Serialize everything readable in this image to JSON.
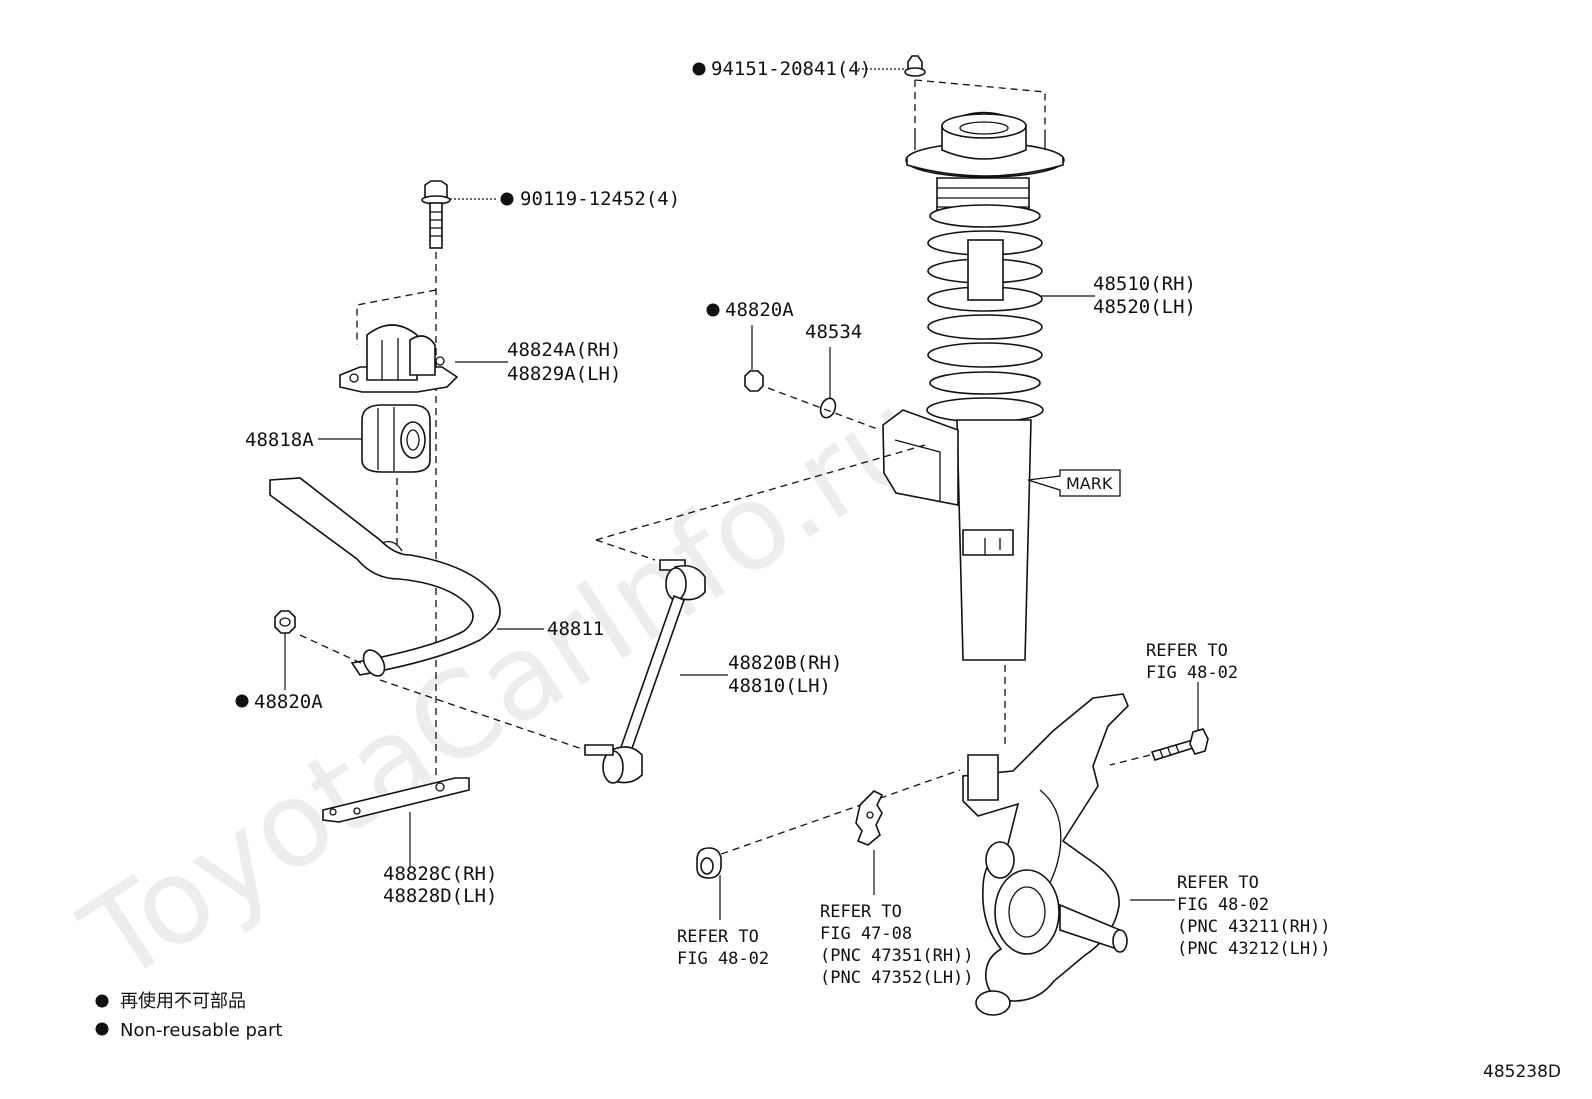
{
  "watermark": "ToyotaCarInfo.ru",
  "figure_id": "485238D",
  "legend": {
    "japanese": "再使用不可部品",
    "english": "Non-reusable part"
  },
  "labels": {
    "nut_top": "94151-20841(4)",
    "bolt_bracket": "90119-12452(4)",
    "bracket_1": "48824A(RH)",
    "bracket_2": "48829A(LH)",
    "bushing": "48818A",
    "stabilizer_bar": "48811",
    "nut_left": "48820A",
    "nut_mid": "48820A",
    "washer": "48534",
    "link_1": "48820B(RH)",
    "link_2": "48810(LH)",
    "strut_1": "48510(RH)",
    "strut_2": "48520(LH)",
    "mark": "MARK",
    "plate_1": "48828C(RH)",
    "plate_2": "48828D(LH)",
    "bolt_ref_1": "REFER TO",
    "bolt_ref_2": "FIG 48-02",
    "knuckle_ref_1": "REFER TO",
    "knuckle_ref_2": "FIG 48-02",
    "knuckle_ref_3": "(PNC 43211(RH))",
    "knuckle_ref_4": "(PNC 43212(LH))",
    "bracket_ref_1": "REFER TO",
    "bracket_ref_2": "FIG 47-08",
    "bracket_ref_3": "(PNC 47351(RH))",
    "bracket_ref_4": "(PNC 47352(LH))",
    "grommet_ref_1": "REFER TO",
    "grommet_ref_2": "FIG 48-02"
  }
}
